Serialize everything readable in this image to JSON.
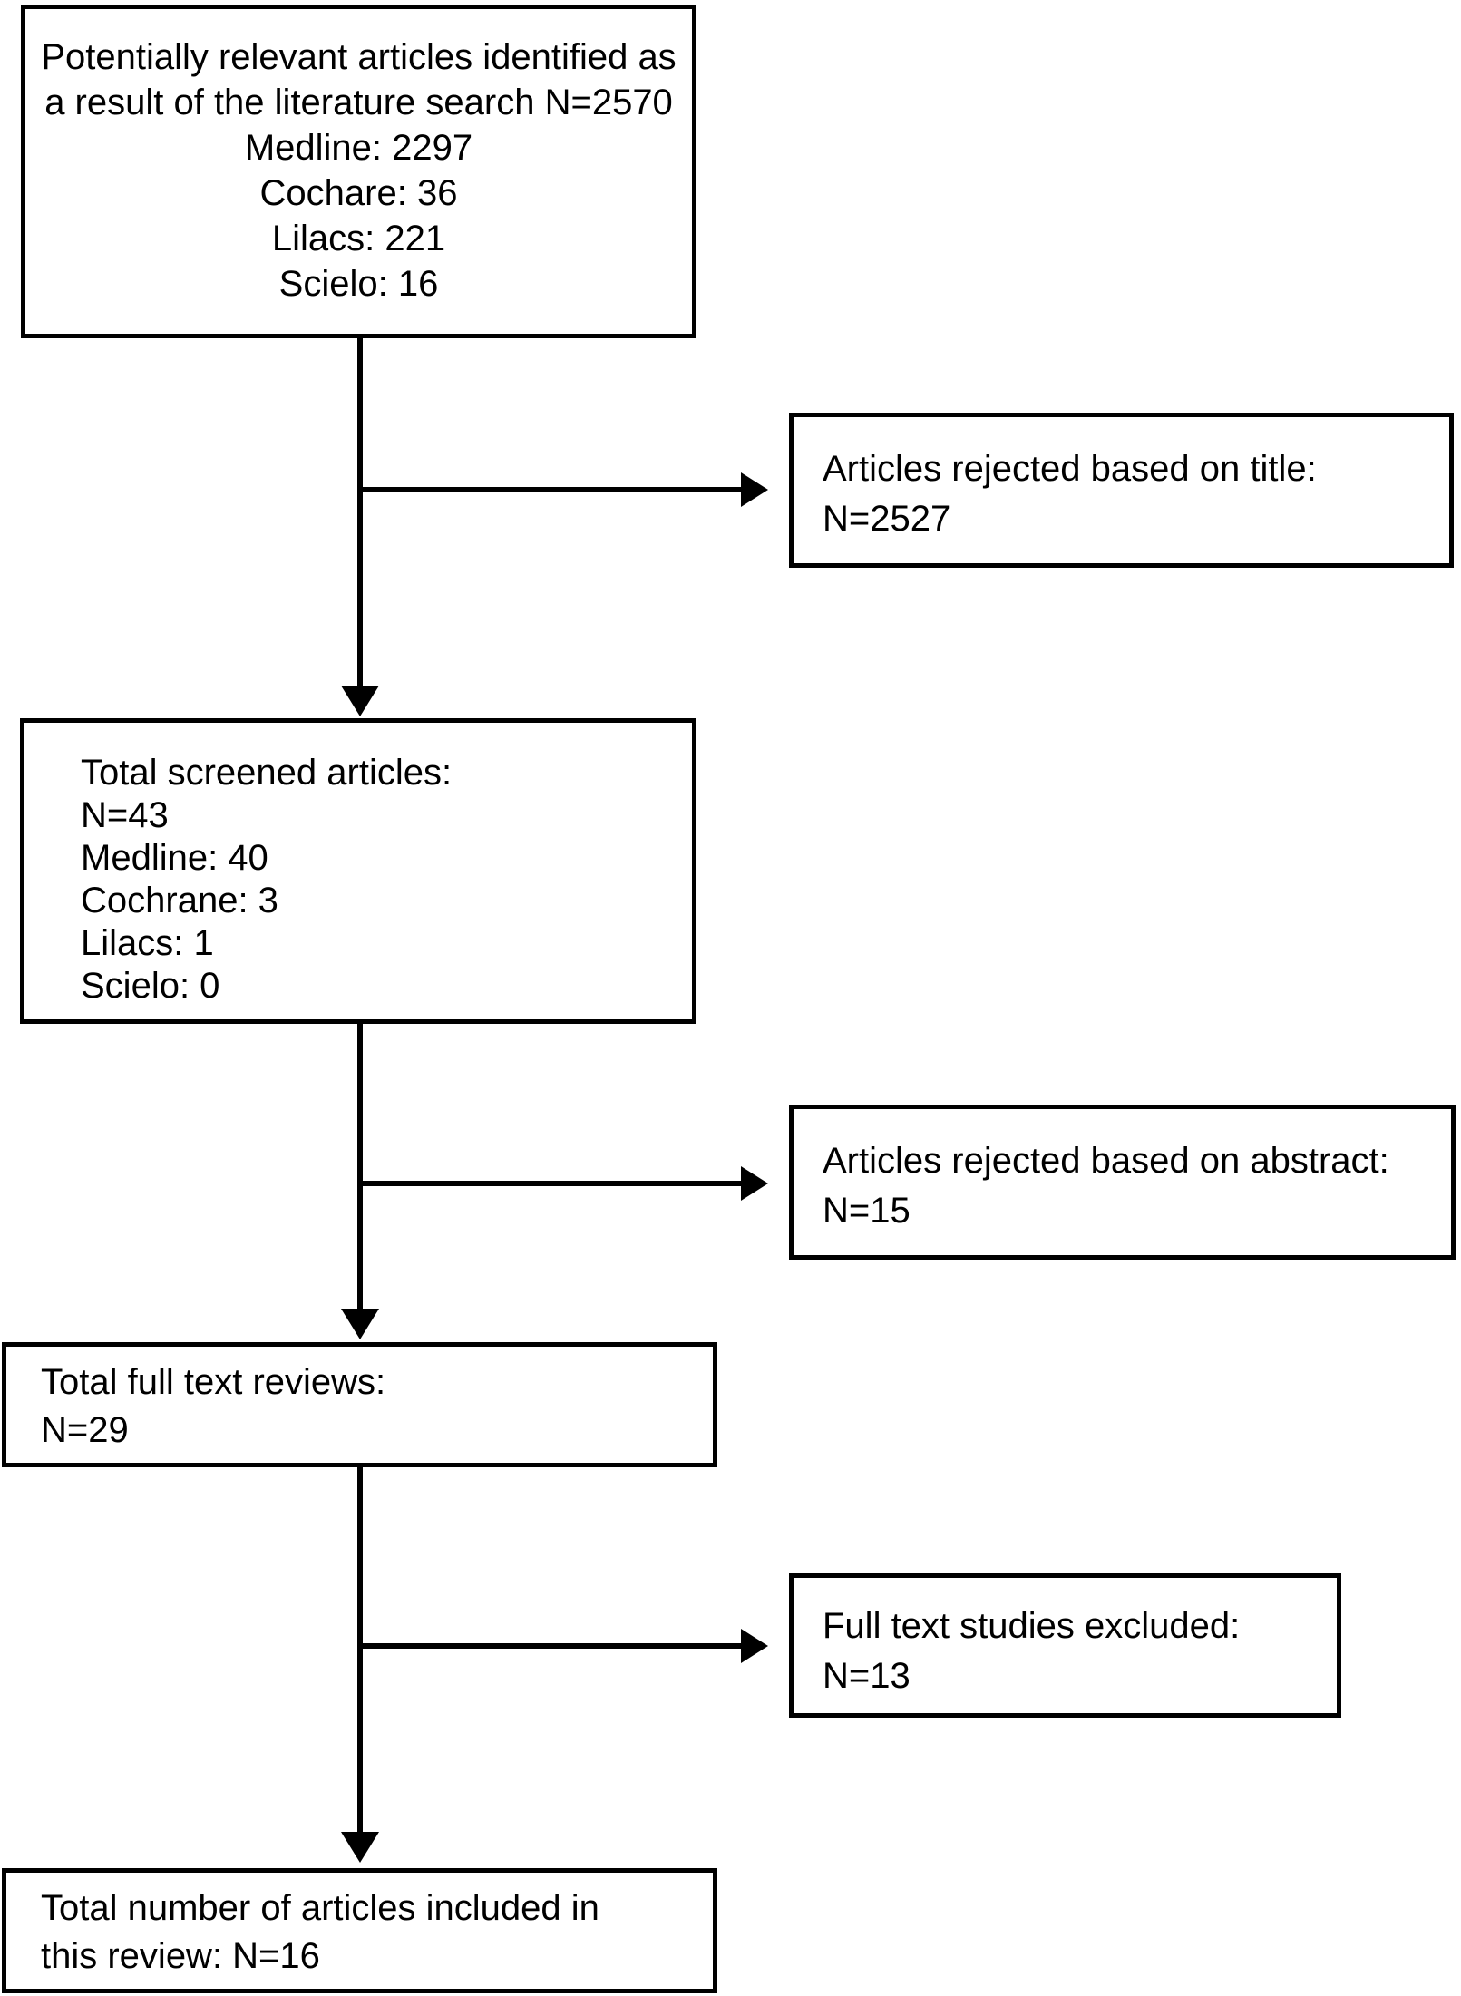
{
  "figure": {
    "type": "flowchart",
    "title": "Literature search and selection flow diagram",
    "colors": {
      "ink": "#000000",
      "background": "#ffffff",
      "box_fill": "#ffffff"
    },
    "box_identified": {
      "lines": [
        "Potentially relevant articles identified as",
        "a result of the literature search N=2570",
        "Medline: 2297",
        "Cochare: 36",
        "Lilacs: 221",
        "Scielo: 16"
      ]
    },
    "box_rejected_title": {
      "lines": [
        "Articles rejected based on title:",
        "N=2527"
      ]
    },
    "box_screened": {
      "lines": [
        "Total screened articles:",
        "N=43",
        "Medline: 40",
        "Cochrane: 3",
        "Lilacs: 1",
        "Scielo: 0"
      ]
    },
    "box_rejected_abstract": {
      "lines": [
        "Articles rejected based on abstract:",
        "N=15"
      ]
    },
    "box_fulltext": {
      "lines": [
        "Total full text reviews:",
        "N=29"
      ]
    },
    "box_excluded": {
      "lines": [
        "Full text studies excluded:",
        "N=13"
      ]
    },
    "box_included": {
      "lines": [
        "Total number of articles included in",
        "this review: N=16"
      ]
    }
  }
}
